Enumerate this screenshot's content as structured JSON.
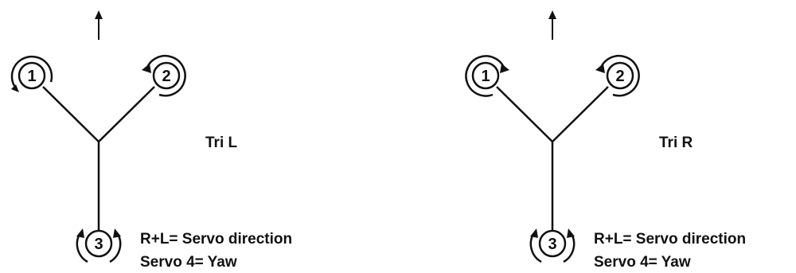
{
  "diagrams": [
    {
      "title": "Tri L",
      "motors": [
        "1",
        "2",
        "3"
      ],
      "note_line1": "R+L= Servo direction",
      "note_line2": "Servo 4= Yaw"
    },
    {
      "title": "Tri R",
      "motors": [
        "1",
        "2",
        "3"
      ],
      "note_line1": "R+L= Servo direction",
      "note_line2": "Servo 4= Yaw"
    }
  ],
  "colors": {
    "ink": "#111111",
    "background": "#ffffff"
  },
  "icons": {
    "direction": "up-arrow-icon",
    "rotation": "rotation-arrow-icon"
  }
}
